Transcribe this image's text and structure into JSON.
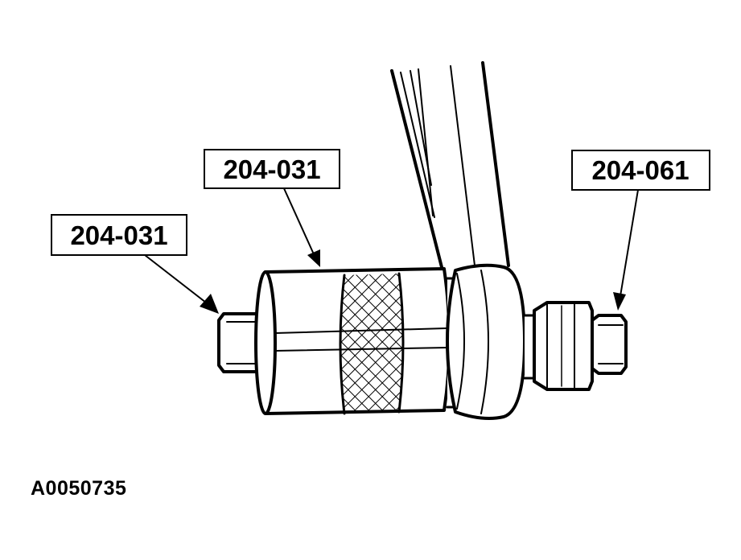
{
  "callouts": {
    "left_tool": "204-031",
    "center_tool": "204-031",
    "right_tool": "204-061"
  },
  "figure_id": "A0050735",
  "colors": {
    "ink": "#000000",
    "paper": "#ffffff"
  }
}
